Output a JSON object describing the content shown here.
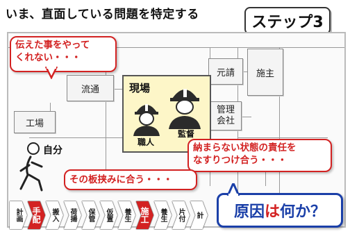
{
  "title": "いま、直面している問題を特定する",
  "step_label": "ステップ3",
  "nodes": {
    "ryutsu": "流通",
    "genba": "現場",
    "genuke": "元請",
    "seshu": "施主",
    "kanri": "管理\n会社",
    "kojo": "工場"
  },
  "workers": {
    "shokunin": "職人",
    "kantoku": "監督"
  },
  "self_label": "自分",
  "bubbles": {
    "top_left": "伝えた事をやって\nくれない・・・",
    "right": "納まらない状態の責任を\nなすりつけ合う・・・",
    "bottom": "その板挟みに合う・・・"
  },
  "cause_text": {
    "part1": "原因",
    "part2": "は",
    "part3": "何か？"
  },
  "process_steps": [
    {
      "label": "計画",
      "highlight": false
    },
    {
      "label": "手配",
      "highlight": true
    },
    {
      "label": "搬入",
      "highlight": false
    },
    {
      "label": "荷揚",
      "highlight": false
    },
    {
      "label": "保管",
      "highlight": false
    },
    {
      "label": "仮置",
      "highlight": false
    },
    {
      "label": "養生",
      "highlight": false
    },
    {
      "label": "施工",
      "highlight": true
    },
    {
      "label": "養生",
      "highlight": false
    },
    {
      "label": "片付",
      "highlight": false
    },
    {
      "label": "計",
      "highlight": false
    }
  ],
  "colors": {
    "accent_red": "#d32222",
    "accent_blue": "#1a3fa8",
    "genba_fill": "#fdf6c8"
  }
}
